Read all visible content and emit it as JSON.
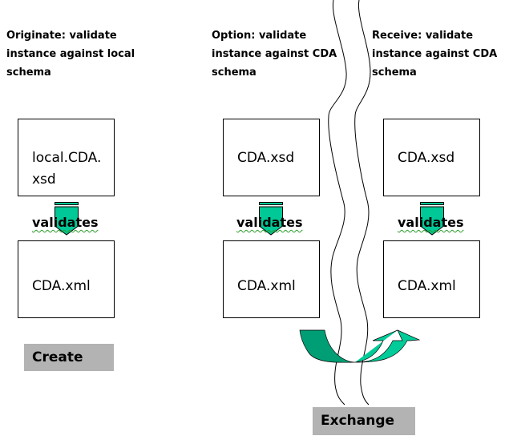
{
  "columns": [
    {
      "id": "originate",
      "heading_lines": [
        "Originate: validate",
        "instance against local",
        "schema"
      ],
      "schema_box_lines": [
        "local.CDA.",
        "xsd"
      ],
      "relation_label": "validates",
      "instance_box_label": "CDA.xml"
    },
    {
      "id": "option",
      "heading_lines": [
        "Option: validate",
        "instance against CDA",
        "schema"
      ],
      "schema_box_lines": [
        "CDA.xsd"
      ],
      "relation_label": "validates",
      "instance_box_label": "CDA.xml"
    },
    {
      "id": "receive",
      "heading_lines": [
        "Receive: validate",
        "instance against CDA",
        "schema"
      ],
      "schema_box_lines": [
        "CDA.xsd"
      ],
      "relation_label": "validates",
      "instance_box_label": "CDA.xml"
    }
  ],
  "tags": {
    "create": "Create",
    "exchange": "Exchange"
  },
  "colors": {
    "arrow_fill": "#00c896",
    "arrow_dark": "#009e78",
    "curved_arrow_left": "#009e74",
    "curved_arrow_right": "#00cc99",
    "tag_bg": "#b3b3b3",
    "underline": "#2a9d2a"
  }
}
